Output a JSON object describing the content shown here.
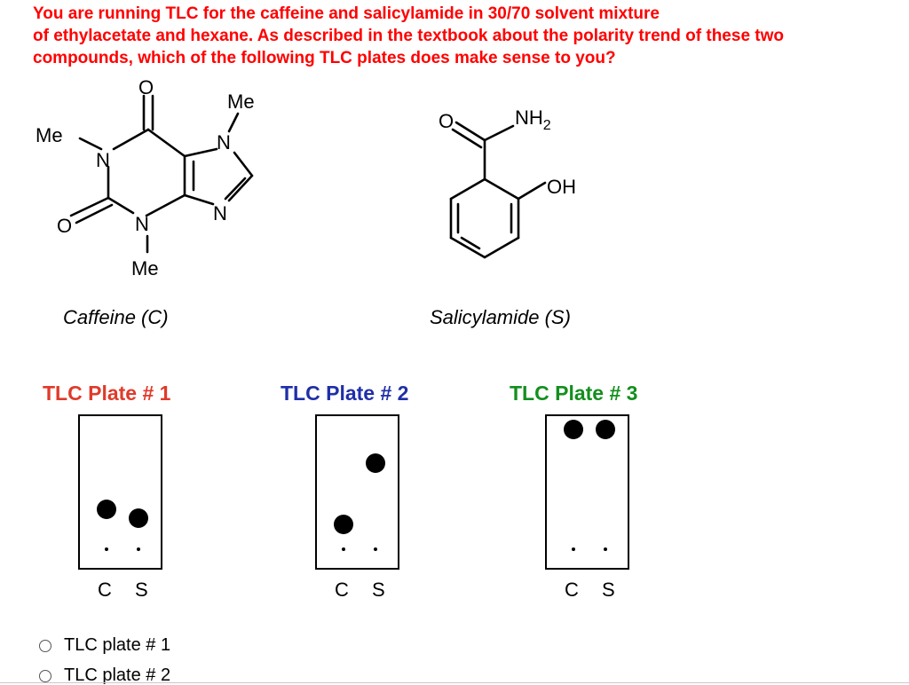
{
  "question": {
    "line1": "You are running TLC for the caffeine and salicylamide in 30/70 solvent mixture",
    "line2": "of ethylacetate and hexane. As described in the textbook about the polarity trend of these two",
    "line3": "compounds, which of the following TLC plates does make sense to you?"
  },
  "molecules": {
    "caffeine": {
      "caption": "Caffeine (C)",
      "atoms": {
        "o_top": "O",
        "me_top": "Me",
        "me_left": "Me",
        "n1": "N",
        "n7": "N",
        "n9": "N",
        "n3": "N",
        "o_left": "O",
        "me_bottom": "Me"
      }
    },
    "salicylamide": {
      "caption": "Salicylamide (S)",
      "atoms": {
        "o": "O",
        "nh2": "NH",
        "nh2_sub": "2",
        "oh": "OH"
      }
    }
  },
  "plates": [
    {
      "title": "TLC Plate # 1",
      "color": "#e03a2a",
      "lanes": "C S",
      "rf_c": 0.32,
      "rf_s": 0.25
    },
    {
      "title": "TLC Plate # 2",
      "color": "#1f2fa8",
      "lanes": "C S",
      "rf_c": 0.2,
      "rf_s": 0.68
    },
    {
      "title": "TLC Plate # 3",
      "color": "#138f1e",
      "lanes": "C S",
      "rf_c": 0.95,
      "rf_s": 0.95
    }
  ],
  "options": [
    {
      "label": "TLC plate # 1"
    },
    {
      "label": "TLC plate # 2"
    }
  ]
}
